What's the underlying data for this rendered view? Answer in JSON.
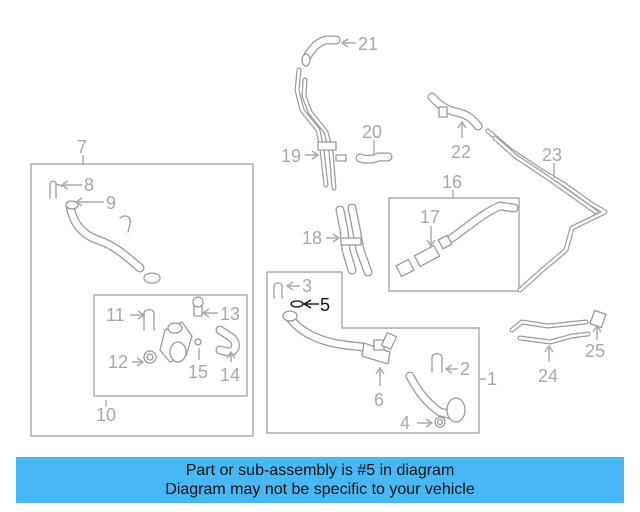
{
  "diagram": {
    "callouts": {
      "c1": "1",
      "c2": "2",
      "c3": "3",
      "c4": "4",
      "c5": "5",
      "c6": "6",
      "c7": "7",
      "c8": "8",
      "c9": "9",
      "c10": "10",
      "c11": "11",
      "c12": "12",
      "c13": "13",
      "c14": "14",
      "c15": "15",
      "c16": "16",
      "c17": "17",
      "c18": "18",
      "c19": "19",
      "c20": "20",
      "c21": "21",
      "c22": "22",
      "c23": "23",
      "c24": "24",
      "c25": "25"
    },
    "highlighted_part": "5",
    "colors": {
      "line": "#a8a8a8",
      "highlight": "#111111",
      "banner": "#47b8f3"
    }
  },
  "banner": {
    "line1": "Part or sub-assembly is #5 in diagram",
    "line2": "Diagram may not be specific to your vehicle"
  }
}
